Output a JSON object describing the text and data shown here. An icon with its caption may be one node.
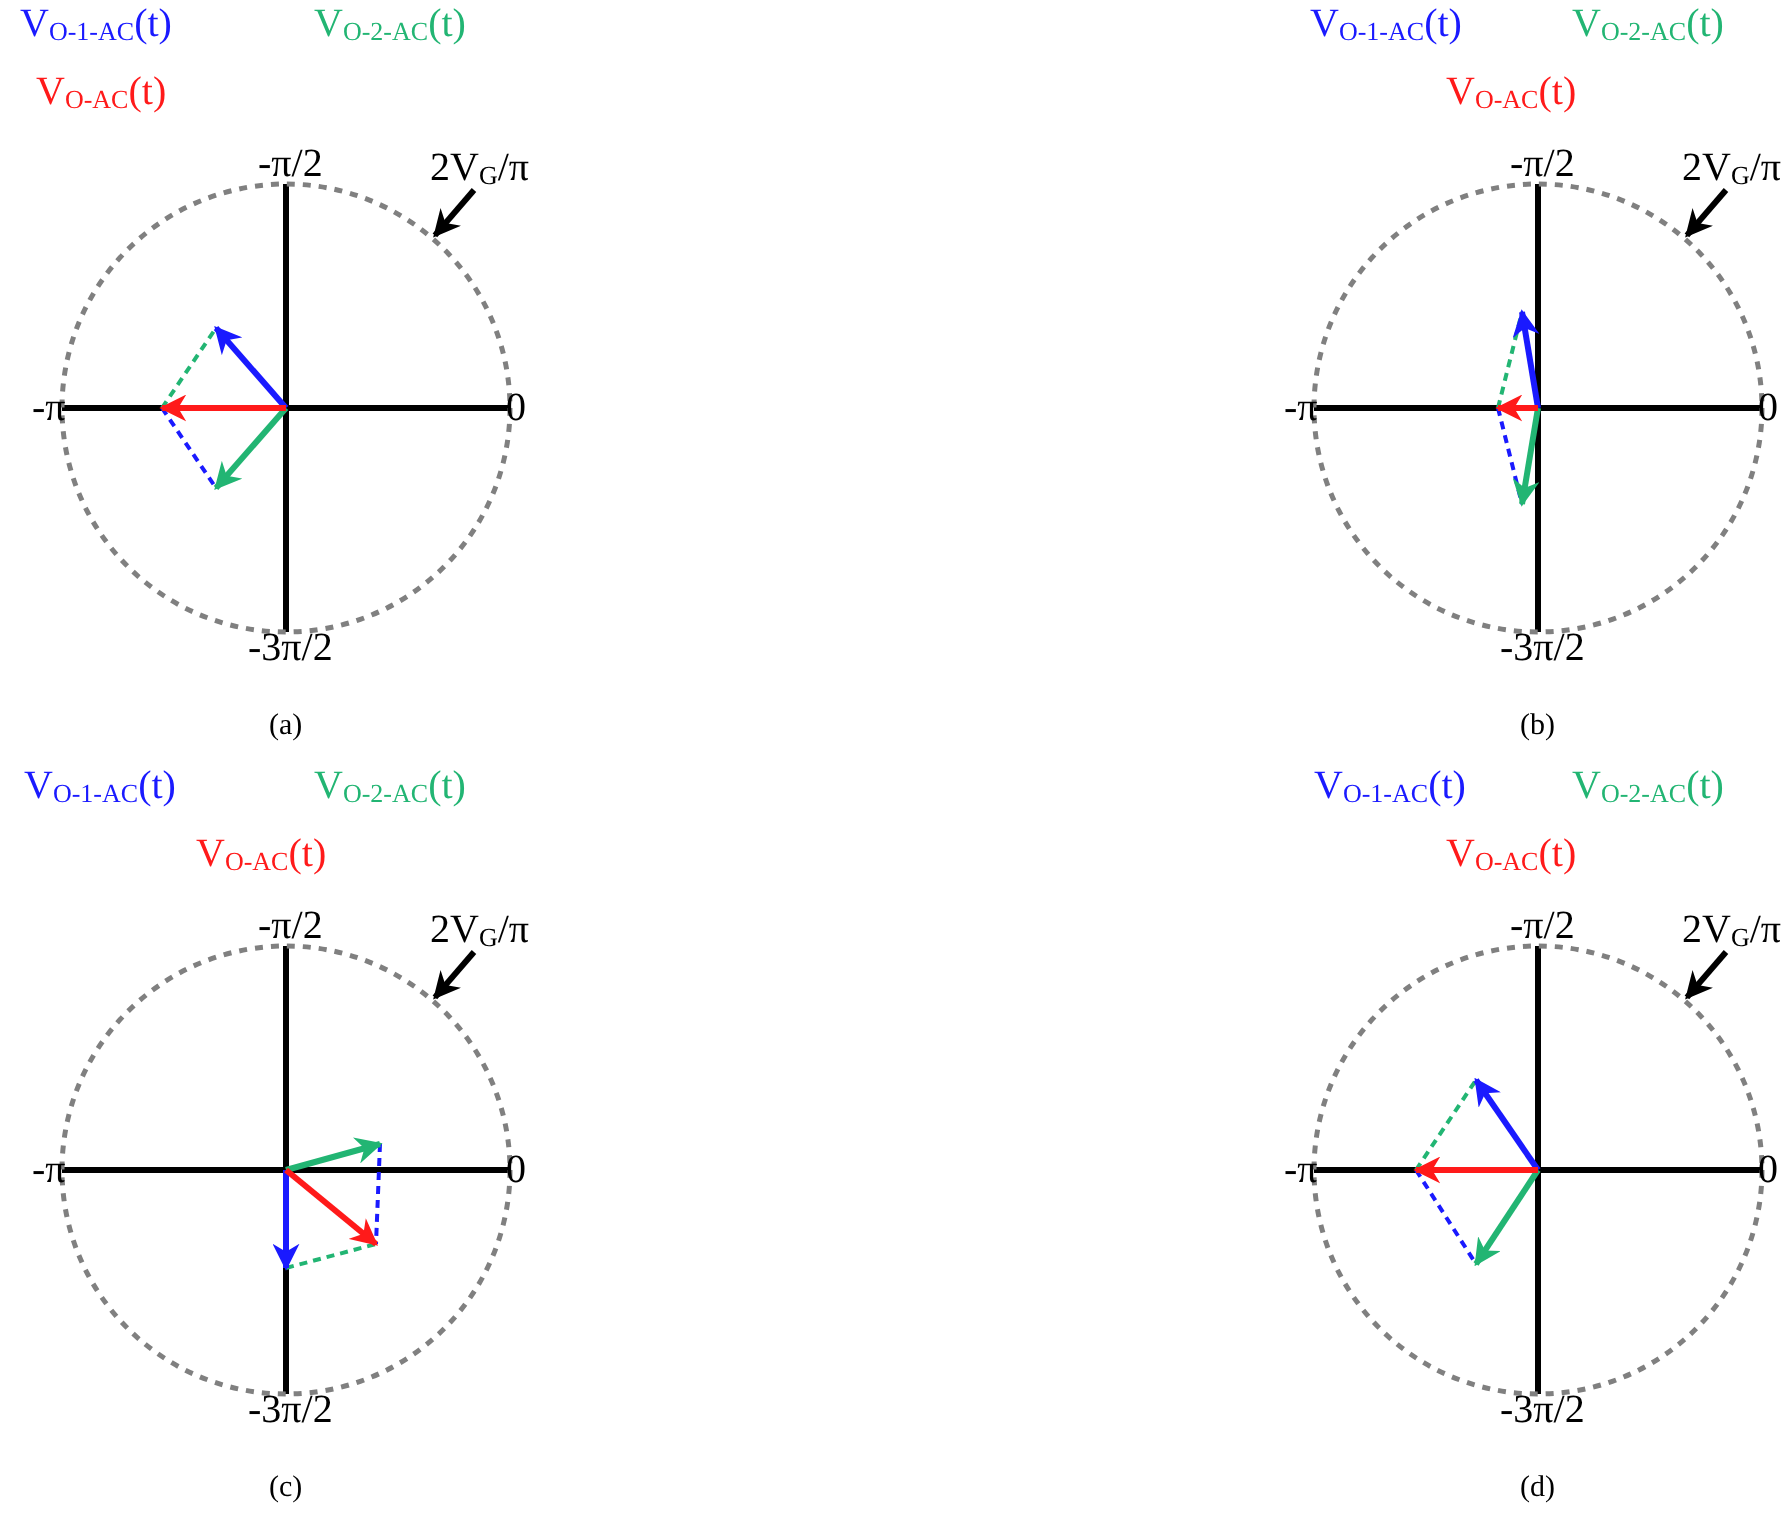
{
  "diagram": {
    "nodes": [
      {
        "text": [
          "2V$_{G}$/π"
        ]
      },
      {
        "text": [],
        "shape": "circle"
      },
      {
        "text": [
          "2V$_{G}$/π"
        ]
      },
      {
        "text": [],
        "shape": "circle"
      },
      {
        "text": [
          "2V$_{G}$/π"
        ]
      },
      {
        "text": [],
        "shape": "circle"
      },
      {
        "text": [
          "2V$_{G}$/π"
        ]
      },
      {
        "text": [],
        "shape": "circle"
      }
    ],
    "edges": [
      {
        "from": 0,
        "to": 1,
        "arrow": "to"
      },
      {
        "from": 2,
        "to": 3,
        "arrow": "to"
      },
      {
        "from": 4,
        "to": 5,
        "arrow": "to"
      },
      {
        "from": 6,
        "to": 7,
        "arrow": "to"
      }
    ],
    "labels": [
      "V$_{O-1-AC}$(t)",
      "V$_{O-2-AC}$(t)",
      "V$_{O-AC}$(t)",
      "-π/2",
      "-π",
      "0",
      "-3π/2",
      "(a)",
      "V$_{O-1-AC}$(t)",
      "V$_{O-2-AC}$(t)",
      "V$_{O-AC}$(t)",
      "-π/2",
      "-π",
      "0",
      "-3π/2",
      "(b)",
      "V$_{O-1-AC}$(t)",
      "V$_{O-2-AC}$(t)",
      "V$_{O-AC}$(t)",
      "-π/2",
      "-π",
      "0",
      "-3π/2",
      "(c)",
      "V$_{O-1-AC}$(t)",
      "V$_{O-2-AC}$(t)",
      "V$_{O-AC}$(t)",
      "-π/2",
      "-π",
      "0",
      "-3π/2",
      "(d)"
    ]
  }
}
